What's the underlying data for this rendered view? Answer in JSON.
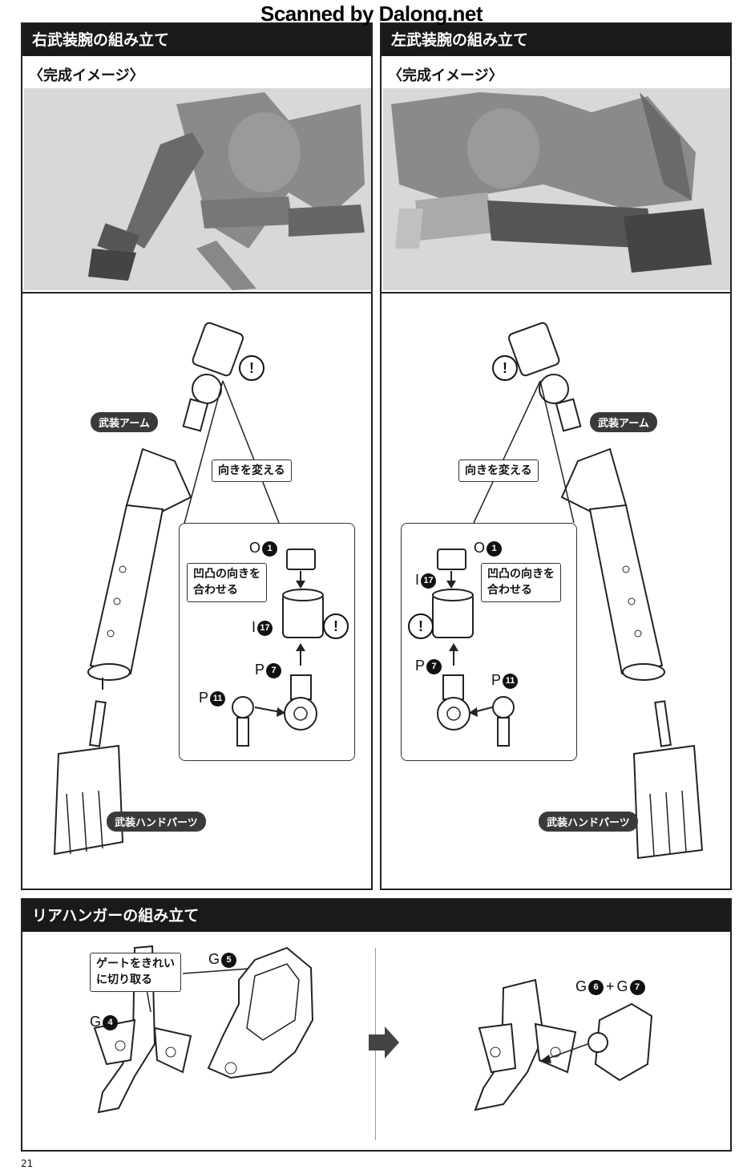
{
  "watermark": "Scanned by Dalong.net",
  "right_arm": {
    "title": "右武装腕の組み立て",
    "completed_image": "〈完成イメージ〉",
    "arm_label": "武装アーム",
    "hand_label": "武装ハンドパーツ",
    "change_direction": "向きを変える",
    "align_note_line1": "凹凸の向きを",
    "align_note_line2": "合わせる",
    "parts": {
      "o": {
        "letter": "O",
        "num": "1"
      },
      "i": {
        "letter": "I",
        "num": "17"
      },
      "p7": {
        "letter": "P",
        "num": "7"
      },
      "p11": {
        "letter": "P",
        "num": "11"
      }
    },
    "warn": "!"
  },
  "left_arm": {
    "title": "左武装腕の組み立て",
    "completed_image": "〈完成イメージ〉",
    "arm_label": "武装アーム",
    "hand_label": "武装ハンドパーツ",
    "change_direction": "向きを変える",
    "align_note_line1": "凹凸の向きを",
    "align_note_line2": "合わせる",
    "parts": {
      "o": {
        "letter": "O",
        "num": "1"
      },
      "i": {
        "letter": "I",
        "num": "17"
      },
      "p7": {
        "letter": "P",
        "num": "7"
      },
      "p11": {
        "letter": "P",
        "num": "11"
      }
    },
    "warn": "!"
  },
  "rear_hanger": {
    "title": "リアハンガーの組み立て",
    "gate_note_line1": "ゲートをきれい",
    "gate_note_line2": "に切り取る",
    "g4": {
      "letter": "G",
      "num": "4"
    },
    "g5": {
      "letter": "G",
      "num": "5"
    },
    "g6": {
      "letter": "G",
      "num": "6"
    },
    "plus": "+",
    "g7": {
      "letter": "G",
      "num": "7"
    }
  },
  "page_number": "21"
}
